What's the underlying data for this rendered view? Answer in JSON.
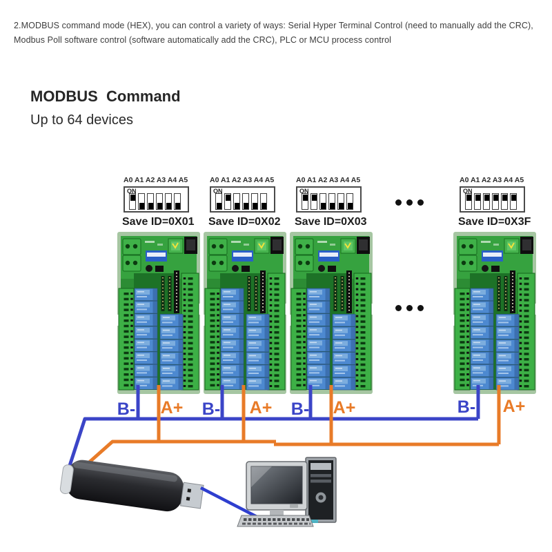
{
  "intro": "2.MODBUS command mode (HEX), you can control a variety of ways: Serial Hyper Terminal Control (need to manually add the CRC), Modbus Poll software control (software automatically add the CRC), PLC or MCU process control",
  "title": "MODBUS  Command",
  "subtitle": "Up to 64 devices",
  "dip": {
    "pins": "A0 A1 A2 A3 A4 A5",
    "on": "ON"
  },
  "devices": [
    {
      "save_id": "Save ID=0X01",
      "dip": [
        1,
        0,
        0,
        0,
        0,
        0
      ]
    },
    {
      "save_id": "Save ID=0X02",
      "dip": [
        0,
        1,
        0,
        0,
        0,
        0
      ]
    },
    {
      "save_id": "Save ID=0X03",
      "dip": [
        1,
        1,
        0,
        0,
        0,
        0
      ]
    },
    {
      "save_id": "Save ID=0X3F",
      "dip": [
        1,
        1,
        1,
        1,
        1,
        1
      ]
    }
  ],
  "bus": {
    "b_label": "B-",
    "a_label": "A+",
    "blue": "#3b45c7",
    "orange": "#e87b28"
  },
  "colors": {
    "pcb_green": "#2c8c34",
    "terminal_green": "#3db046",
    "relay_blue": "#4d89d0",
    "cable_blue": "#2e3ecf"
  }
}
